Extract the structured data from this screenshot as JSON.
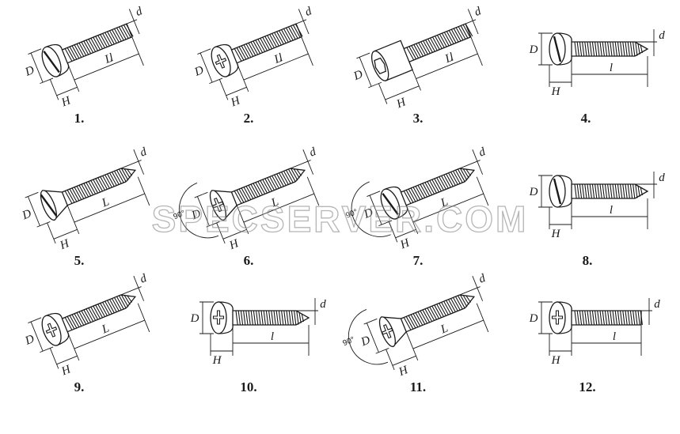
{
  "watermark": "SPECSERVER.COM",
  "colors": {
    "ink": "#1a1a1a",
    "watermark_outline": "#8a8a8a"
  },
  "figures": [
    {
      "number": "1.",
      "head": "pan",
      "drive": "slotted",
      "tip": "flat",
      "labels": {
        "D": "D",
        "H": "H",
        "L": "L",
        "l": "l",
        "d": "d"
      }
    },
    {
      "number": "2.",
      "head": "pan",
      "drive": "phillips",
      "tip": "flat",
      "labels": {
        "D": "D",
        "H": "H",
        "L": "L",
        "l": "l",
        "d": "d"
      }
    },
    {
      "number": "3.",
      "head": "cylinder",
      "drive": "hex",
      "tip": "flat",
      "labels": {
        "D": "D",
        "H": "H",
        "L": "L",
        "l": "l",
        "d": "d"
      }
    },
    {
      "number": "4.",
      "head": "round",
      "drive": "slotted",
      "tip": "point",
      "labels": {
        "D": "D",
        "H": "H",
        "l": "l",
        "d": "d"
      }
    },
    {
      "number": "5.",
      "head": "countersunk",
      "drive": "slotted",
      "tip": "point",
      "labels": {
        "D": "D",
        "H": "H",
        "L": "L",
        "d": "d"
      }
    },
    {
      "number": "6.",
      "head": "countersunk",
      "drive": "phillips",
      "tip": "point",
      "labels": {
        "D": "D",
        "H": "H",
        "L": "L",
        "d": "d",
        "angle": "90°"
      }
    },
    {
      "number": "7.",
      "head": "raised",
      "drive": "slotted",
      "tip": "point",
      "labels": {
        "D": "D",
        "H": "H",
        "L": "L",
        "d": "d",
        "angle": "90°"
      }
    },
    {
      "number": "8.",
      "head": "pan",
      "drive": "slotted",
      "tip": "point",
      "labels": {
        "D": "D",
        "H": "H",
        "l": "l",
        "d": "d"
      }
    },
    {
      "number": "9.",
      "head": "pan",
      "drive": "phillips",
      "tip": "point",
      "labels": {
        "D": "D",
        "H": "H",
        "L": "L",
        "d": "d"
      }
    },
    {
      "number": "10.",
      "head": "round",
      "drive": "phillips",
      "tip": "point",
      "labels": {
        "D": "D",
        "H": "H",
        "l": "l",
        "d": "d"
      }
    },
    {
      "number": "11.",
      "head": "countersunk",
      "drive": "phillips",
      "tip": "point",
      "labels": {
        "D": "D",
        "H": "H",
        "L": "L",
        "d": "d",
        "angle": "90°"
      }
    },
    {
      "number": "12.",
      "head": "pan",
      "drive": "phillips",
      "tip": "flat",
      "labels": {
        "D": "D",
        "H": "H",
        "l": "l",
        "d": "d"
      }
    }
  ]
}
